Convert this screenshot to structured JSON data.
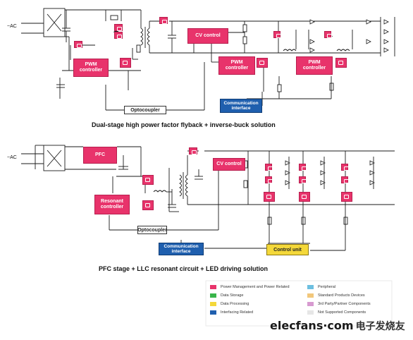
{
  "diagram1": {
    "ac_label": "~AC",
    "cv_control": "CV control",
    "pwm_left": "PWM controller",
    "pwm_mid": "PWM controller",
    "pwm_right": "PWM controller",
    "optocoupler": "Optocoupler",
    "comm": "Communication interface",
    "caption": "Dual-stage high power factor flyback + inverse-buck solution"
  },
  "diagram2": {
    "ac_label": "~AC",
    "pfc": "PFC",
    "cv_control": "CV control",
    "resonant": "Resonant controller",
    "optocoupler": "Optocoupler",
    "comm": "Communication interface",
    "control_unit": "Control unit",
    "caption": "PFC stage + LLC resonant circuit + LED driving solution"
  },
  "legend": [
    {
      "label": "Power Management and Power Related",
      "color": "#e8336b"
    },
    {
      "label": "Data Storage",
      "color": "#39b54a"
    },
    {
      "label": "Data Processing",
      "color": "#f4d83a"
    },
    {
      "label": "Interfacing Related",
      "color": "#1f5fae"
    },
    {
      "label": "Peripheral",
      "color": "#6dbfe0"
    },
    {
      "label": "Standard Products Devices",
      "color": "#f2c77b"
    },
    {
      "label": "3rd Party/Partner Components",
      "color": "#d79ad0"
    },
    {
      "label": "Not Supported Components",
      "color": "#e6e6e6"
    }
  ],
  "watermark": {
    "brand": "elecfans·com",
    "cn": "电子发烧友"
  }
}
